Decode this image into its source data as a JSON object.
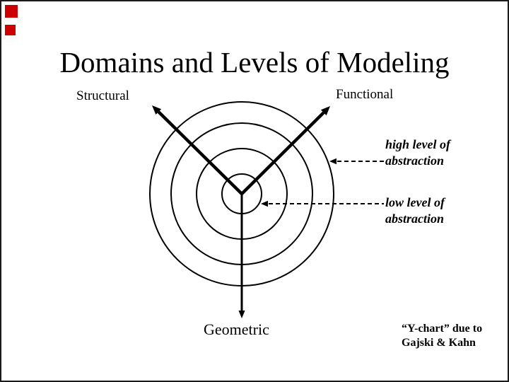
{
  "slide": {
    "title": "Domains and Levels of Modeling",
    "axes": {
      "structural": "Structural",
      "functional": "Functional",
      "geometric": "Geometric"
    },
    "annotations": {
      "high": {
        "line1": "high level of",
        "line2": "abstraction"
      },
      "low": {
        "line1": "low level of",
        "line2": "abstraction"
      }
    },
    "credit": {
      "line1": "“Y-chart” due to",
      "line2": "Gajski & Kahn"
    },
    "diagram": {
      "type": "y-chart",
      "concentric_circles": 4,
      "axis_arrows": [
        "Structural (upper-left)",
        "Functional (upper-right)",
        "Geometric (down)"
      ],
      "dashed_pointer_high_target": "outermost circle",
      "dashed_pointer_low_target": "innermost circle"
    },
    "colors": {
      "ink": "#000000",
      "background": "#ffffff",
      "accent_red": "#cc0000",
      "frame": "#1a1a1a"
    }
  }
}
